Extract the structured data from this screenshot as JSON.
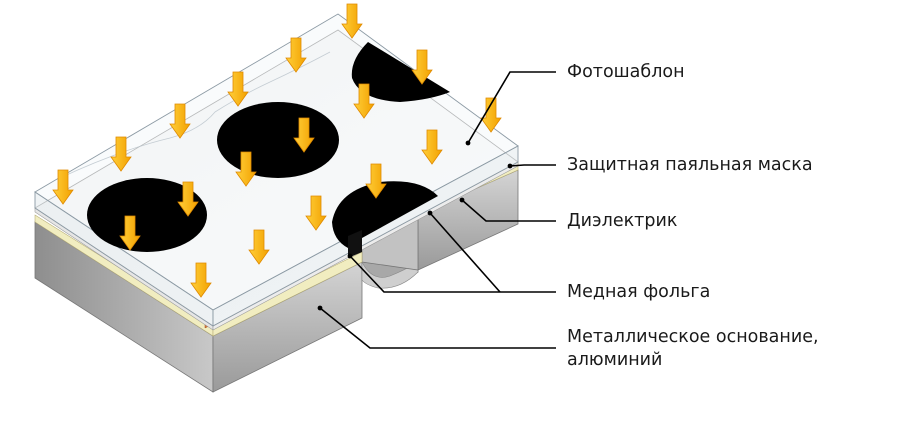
{
  "labels": {
    "photomask": "Фотошаблон",
    "solder_mask": "Защитная паяльная маска",
    "dielectric": "Диэлектрик",
    "copper": "Медная фольга",
    "base_line1": "Металлическое основание,",
    "base_line2": "алюминий"
  },
  "colors": {
    "arrow": "#f5b21d",
    "arrow_edge": "#e08a00",
    "metal": "#b9b9b9",
    "copper": "#d9793f",
    "dielectric": "#f1edc0",
    "mask_opening": "#000000"
  }
}
